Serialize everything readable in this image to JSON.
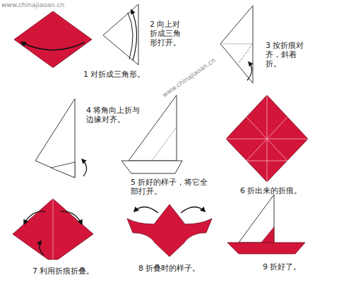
{
  "diagram": {
    "labels": [
      "1 对折成三角形。",
      "2 向上对折成三角形打开。",
      "3 按折痕对齐，斜着折。",
      "4 将角向上折与边缘对齐。",
      "5 折好的样子，将它全部打开。",
      "6 折出来的折痕。",
      "7 利用折痕折叠。",
      "8 折叠时的样子。",
      "9 折好了。",
      "www.chinajiaoan.cn",
      "www.chinajiaoan.cn"
    ]
  }
}
